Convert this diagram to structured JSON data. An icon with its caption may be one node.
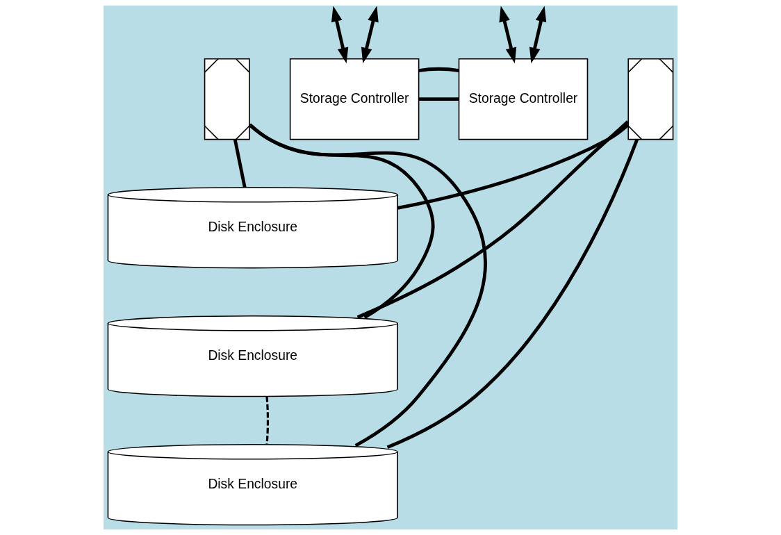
{
  "diagram": {
    "nodes": [
      {
        "text": [],
        "shape": "box"
      },
      {
        "text": [
          "Storage Controller"
        ]
      },
      {
        "text": [
          "Storage Controller"
        ]
      },
      {
        "text": [],
        "shape": "box"
      },
      {
        "text": [
          "Disk Enclosure"
        ]
      },
      {
        "text": [
          "Disk Enclosure"
        ]
      },
      {
        "text": [
          "Disk Enclosure"
        ]
      }
    ],
    "edges": [
      {
        "from": null,
        "to": 1,
        "arrow": "both"
      },
      {
        "from": null,
        "to": 1,
        "arrow": "both"
      },
      {
        "from": null,
        "to": 2,
        "arrow": "both"
      },
      {
        "from": null,
        "to": 2,
        "arrow": "both"
      },
      {
        "from": 1,
        "to": 2,
        "arrow": "none"
      },
      {
        "from": 1,
        "to": 2,
        "arrow": "none"
      },
      {
        "from": 0,
        "to": 4,
        "arrow": "none"
      },
      {
        "from": 0,
        "to": 5,
        "arrow": "none"
      },
      {
        "from": 0,
        "to": 6,
        "arrow": "none"
      },
      {
        "from": 3,
        "to": 4,
        "arrow": "none"
      },
      {
        "from": 3,
        "to": 5,
        "arrow": "none"
      },
      {
        "from": 3,
        "to": 6,
        "arrow": "none"
      },
      {
        "from": 5,
        "to": 6,
        "arrow": "none",
        "style": "dashed"
      }
    ]
  }
}
